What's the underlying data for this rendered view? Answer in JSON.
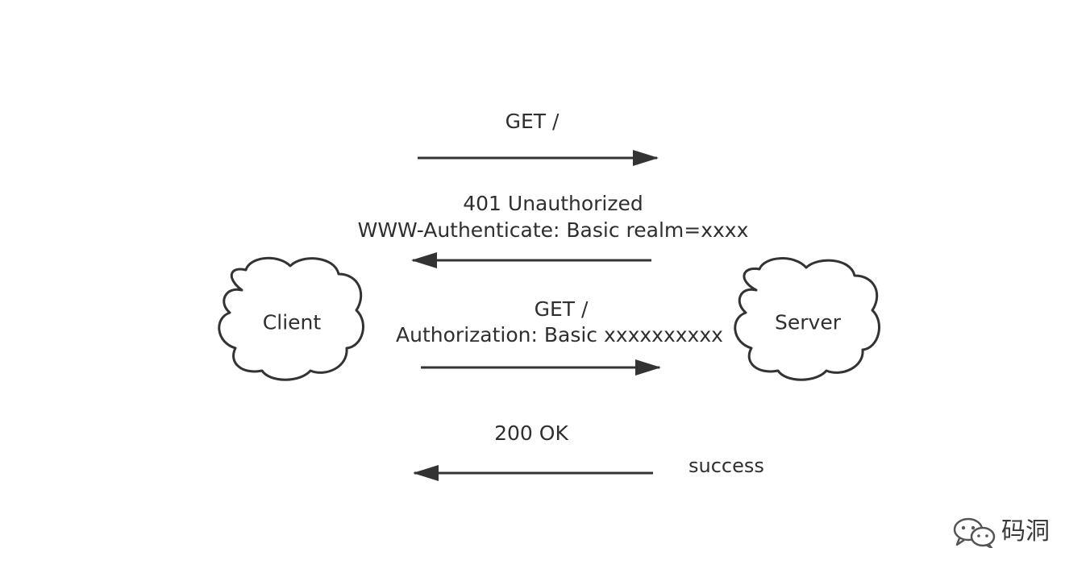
{
  "nodes": {
    "client": {
      "label": "Client"
    },
    "server": {
      "label": "Server"
    }
  },
  "messages": [
    {
      "id": "request-1",
      "direction": "client-to-server",
      "lines": [
        "GET /"
      ]
    },
    {
      "id": "response-401",
      "direction": "server-to-client",
      "lines": [
        "401 Unauthorized",
        "WWW-Authenticate: Basic realm=xxxx"
      ]
    },
    {
      "id": "request-2",
      "direction": "client-to-server",
      "lines": [
        "GET /",
        "Authorization: Basic xxxxxxxxxx"
      ]
    },
    {
      "id": "response-200",
      "direction": "server-to-client",
      "lines": [
        "200 OK"
      ]
    }
  ],
  "annotation": {
    "text": "success"
  },
  "watermark": {
    "text": "码洞",
    "icon": "wechat-icon"
  },
  "colors": {
    "stroke": "#333333",
    "text": "#2f2f2f"
  }
}
